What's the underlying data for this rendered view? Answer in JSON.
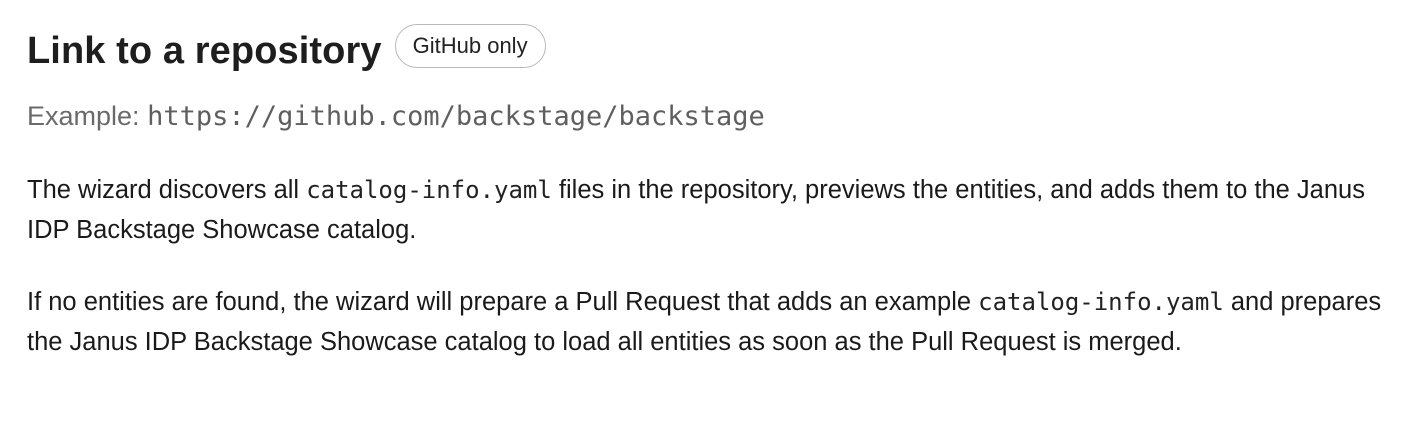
{
  "section": {
    "title": "Link to a repository",
    "badge": "GitHub only",
    "example_label": "Example: ",
    "example_url": "https://github.com/backstage/backstage"
  },
  "paragraph1": {
    "text_before": "The wizard discovers all ",
    "code": "catalog-info.yaml",
    "text_after": " files in the repository, previews the entities, and adds them to the Janus IDP Backstage Showcase catalog."
  },
  "paragraph2": {
    "text_before": "If no entities are found, the wizard will prepare a Pull Request that adds an example ",
    "code": "catalog-info.yaml",
    "text_after": " and prepares the Janus IDP Backstage Showcase catalog to load all entities as soon as the Pull Request is merged."
  }
}
